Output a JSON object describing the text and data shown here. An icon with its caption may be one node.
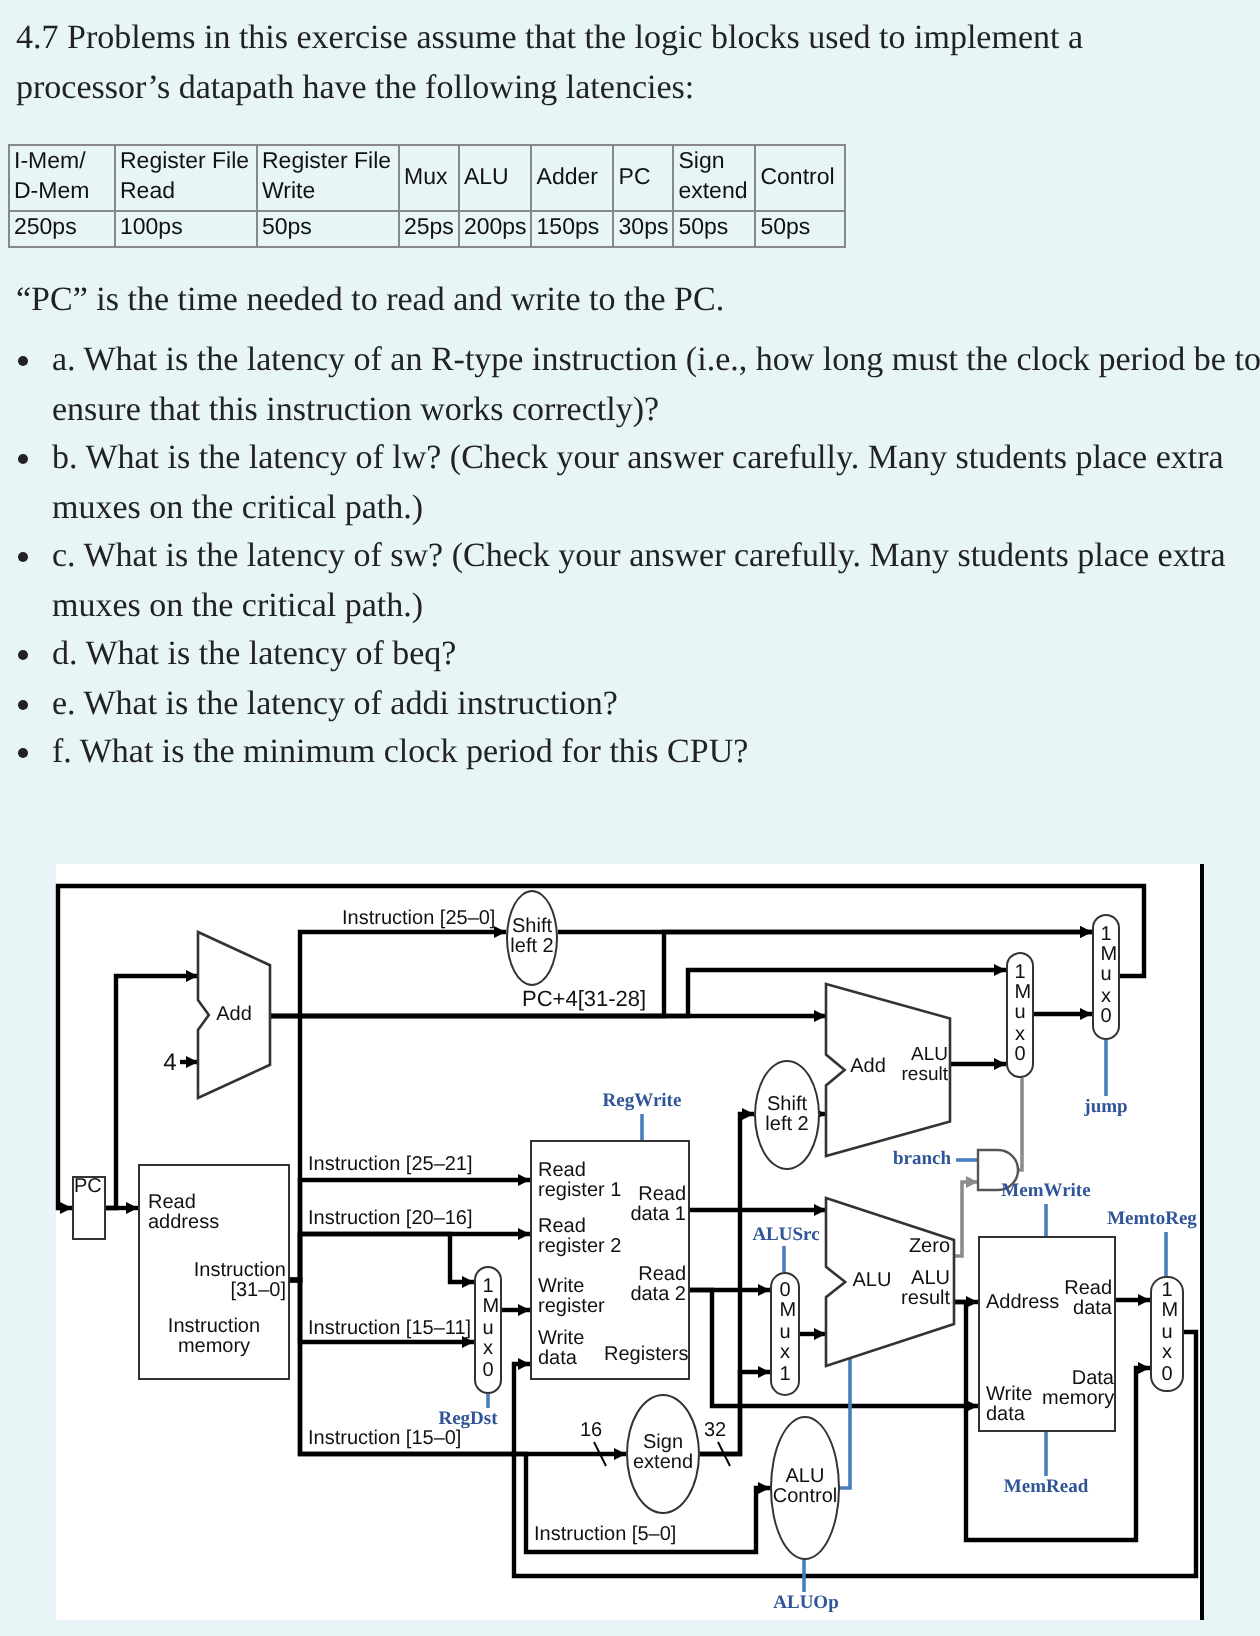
{
  "diagram": {
    "nodes": [
      {
        "text": [
          "PC"
        ]
      },
      {
        "text": [
          "Add"
        ]
      },
      {
        "text": [
          "Read address",
          "Instruction [31–0]",
          "Instruction memory"
        ]
      },
      {
        "text": [
          "Shift left 2"
        ]
      },
      {
        "text": [
          "Read register 1",
          "Read register 2",
          "Write register",
          "Write data",
          "Read data 1",
          "Read data 2",
          "Registers"
        ]
      },
      {
        "text": [
          "1",
          "Mux",
          "0"
        ]
      },
      {
        "text": [
          "Shift left 2"
        ]
      },
      {
        "text": [
          "Add",
          "ALU result"
        ]
      },
      {
        "text": [
          "1",
          "Mux",
          "0"
        ]
      },
      {
        "text": [
          "1",
          "Mux",
          "0"
        ]
      },
      {
        "text": [],
        "shape": "gate"
      },
      {
        "text": [
          "0",
          "Mux",
          "1"
        ]
      },
      {
        "text": [
          "ALU",
          "Zero",
          "ALU result"
        ]
      },
      {
        "text": [
          "Address",
          "Read data",
          "Write data",
          "Data memory"
        ]
      },
      {
        "text": [
          "1",
          "Mux",
          "0"
        ]
      },
      {
        "text": [
          "Sign extend"
        ]
      },
      {
        "text": [
          "ALU Control"
        ]
      },
      {
        "text": [
          "RegWrite"
        ]
      },
      {
        "text": [
          "RegDst"
        ]
      },
      {
        "text": [
          "ALUSrc"
        ]
      },
      {
        "text": [
          "branch"
        ]
      },
      {
        "text": [
          "jump"
        ]
      },
      {
        "text": [
          "MemWrite"
        ]
      },
      {
        "text": [
          "MemRead"
        ]
      },
      {
        "text": [
          "MemtoReg"
        ]
      },
      {
        "text": [
          "ALUOp"
        ]
      },
      {
        "text": [
          "4"
        ]
      }
    ],
    "edges": [
      {
        "from": 0,
        "to": 1,
        "arrow": "to"
      },
      {
        "from": 0,
        "to": 2,
        "arrow": "to"
      },
      {
        "from": 26,
        "to": 1,
        "arrow": "to"
      },
      {
        "from": 2,
        "to": 3,
        "arrow": "to",
        "label": "Instruction [25–0]"
      },
      {
        "from": 1,
        "to": 9,
        "arrow": "to",
        "label": "PC+4[31-28]"
      },
      {
        "from": 3,
        "to": 9,
        "arrow": "to"
      },
      {
        "from": 1,
        "to": 7,
        "arrow": "to"
      },
      {
        "from": 1,
        "to": 8,
        "arrow": "to"
      },
      {
        "from": 2,
        "to": 4,
        "arrow": "to",
        "label": "Instruction [25–21]"
      },
      {
        "from": 2,
        "to": 4,
        "arrow": "to",
        "label": "Instruction [20–16]"
      },
      {
        "from": 2,
        "to": 5,
        "arrow": "to"
      },
      {
        "from": 2,
        "to": 5,
        "arrow": "to",
        "label": "Instruction [15–11]"
      },
      {
        "from": 5,
        "to": 4,
        "arrow": "to"
      },
      {
        "from": 2,
        "to": 15,
        "arrow": "to",
        "label": "Instruction [15–0]"
      },
      {
        "from": 2,
        "to": 16,
        "arrow": "to",
        "label": "Instruction [5–0]"
      },
      {
        "from": 4,
        "to": 12,
        "arrow": "to"
      },
      {
        "from": 4,
        "to": 11,
        "arrow": "to"
      },
      {
        "from": 4,
        "to": 13,
        "arrow": "to"
      },
      {
        "from": 15,
        "to": 11,
        "arrow": "to"
      },
      {
        "from": 15,
        "to": 6,
        "arrow": "to"
      },
      {
        "from": 6,
        "to": 7,
        "arrow": "to"
      },
      {
        "from": 7,
        "to": 8,
        "arrow": "to"
      },
      {
        "from": 11,
        "to": 12,
        "arrow": "to"
      },
      {
        "from": 12,
        "to": 13,
        "arrow": "to"
      },
      {
        "from": 12,
        "to": 14,
        "arrow": "to"
      },
      {
        "from": 12,
        "to": 10,
        "arrow": "to",
        "color": "#8c8c8c"
      },
      {
        "from": 10,
        "to": 8,
        "arrow": "none",
        "color": "#8c8c8c"
      },
      {
        "from": 8,
        "to": 9,
        "arrow": "to"
      },
      {
        "from": 9,
        "to": 0,
        "arrow": "to"
      },
      {
        "from": 13,
        "to": 14,
        "arrow": "to"
      },
      {
        "from": 14,
        "to": 4,
        "arrow": "to"
      },
      {
        "from": 16,
        "to": 12,
        "arrow": "none",
        "color": "#4a7ebb"
      },
      {
        "from": 17,
        "to": 4,
        "arrow": "none",
        "color": "#4a7ebb"
      },
      {
        "from": 18,
        "to": 5,
        "arrow": "none",
        "color": "#4a7ebb"
      },
      {
        "from": 19,
        "to": 11,
        "arrow": "none",
        "color": "#4a7ebb"
      },
      {
        "from": 20,
        "to": 10,
        "arrow": "none",
        "color": "#4a7ebb"
      },
      {
        "from": 21,
        "to": 9,
        "arrow": "none",
        "color": "#4a7ebb"
      },
      {
        "from": 22,
        "to": 13,
        "arrow": "none",
        "color": "#4a7ebb"
      },
      {
        "from": 23,
        "to": 13,
        "arrow": "none",
        "color": "#4a7ebb"
      },
      {
        "from": 24,
        "to": 14,
        "arrow": "none",
        "color": "#4a7ebb"
      },
      {
        "from": 25,
        "to": 16,
        "arrow": "none",
        "color": "#4a7ebb"
      }
    ],
    "labels": [
      "4.7 Problems in this exercise assume that the logic blocks used to implement a processor’s datapath have the following latencies:",
      "I-Mem/ D-Mem",
      "Register File Read",
      "Register File Write",
      "Mux",
      "ALU",
      "Adder",
      "PC",
      "Sign extend",
      "Control",
      "250ps",
      "100ps",
      "50ps",
      "25ps",
      "200ps",
      "150ps",
      "30ps",
      "50ps",
      "50ps",
      "“PC” is the time needed to read and write to the PC.",
      "a. What is the latency of an R-type instruction (i.e., how long must the clock period be to ensure that this instruction works correctly)?",
      "b. What is the latency of lw? (Check your answer carefully. Many students place extra muxes on the critical path.)",
      "c. What is the latency of sw? (Check your answer carefully. Many students place extra muxes on the critical path.)",
      "d. What is the latency of beq?",
      "e. What is the latency of addi instruction?",
      "f. What is the minimum clock period for this CPU?",
      "16",
      "32"
    ]
  }
}
